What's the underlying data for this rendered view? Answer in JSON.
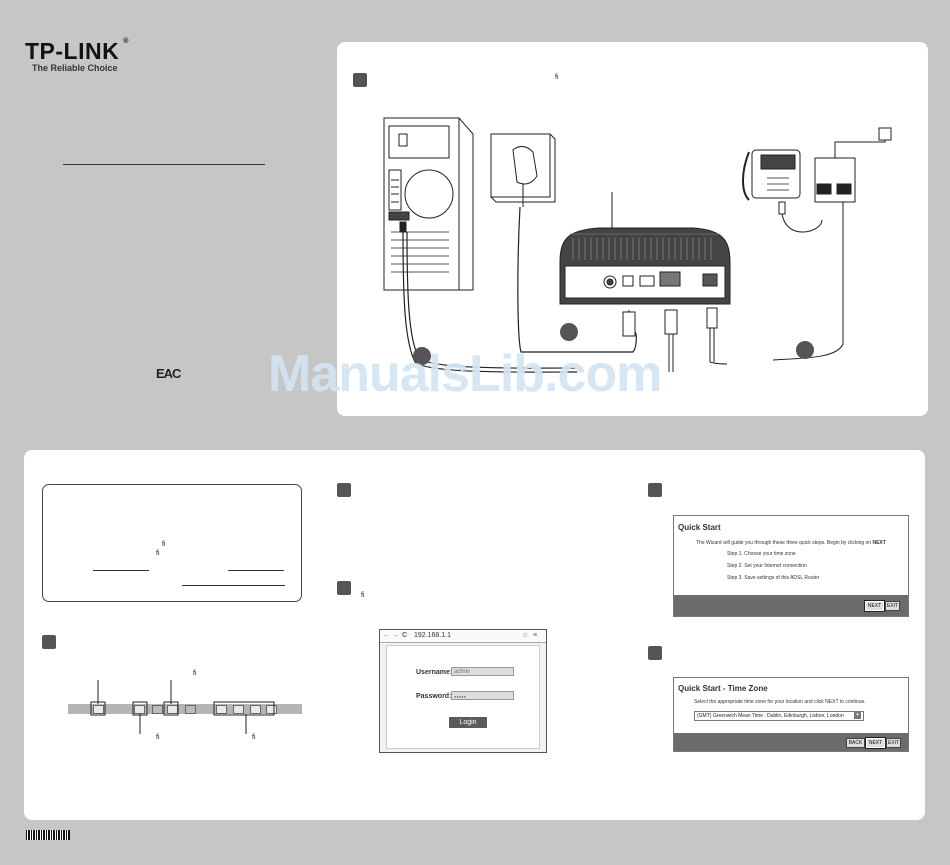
{
  "brand": {
    "name": "TP-LINK",
    "registered": "®",
    "tagline": "The Reliable Choice"
  },
  "mark": "EAC",
  "watermark": "ManualsLib.com",
  "top_panel": {
    "fi": "ﬁ"
  },
  "bottom": {
    "fi": "ﬁ",
    "browser": {
      "url": "192.168.1.1",
      "username_label": "Username:",
      "username_value": "admin",
      "password_label": "Password:",
      "password_value": "●●●●●",
      "login_button": "Login"
    },
    "quick_start": {
      "title": "Quick Start",
      "intro": "The Wizard will guide you through these three quick steps. Begin by clicking on ",
      "intro_bold": "NEXT",
      "steps": [
        "Step 1. Choose your time zone",
        "Step 2. Set your Internet connection",
        "Step 3. Save settings of this ADSL Router"
      ],
      "next": "NEXT",
      "exit": "EXIT"
    },
    "time_zone": {
      "title": "Quick Start - Time Zone",
      "text": "Select the appropriate time zone for your location and click NEXT to continue.",
      "select_value": "(GMT) Greenwich Mean Time : Dublin, Edinburgh, Lisbon, London",
      "back": "BACK",
      "next": "NEXT",
      "exit": "EXIT"
    }
  },
  "colors": {
    "page_bg": "#c6c6c6",
    "panel_bg": "#ffffff",
    "step_square": "#555555",
    "watermark": "#d4e4f3"
  }
}
